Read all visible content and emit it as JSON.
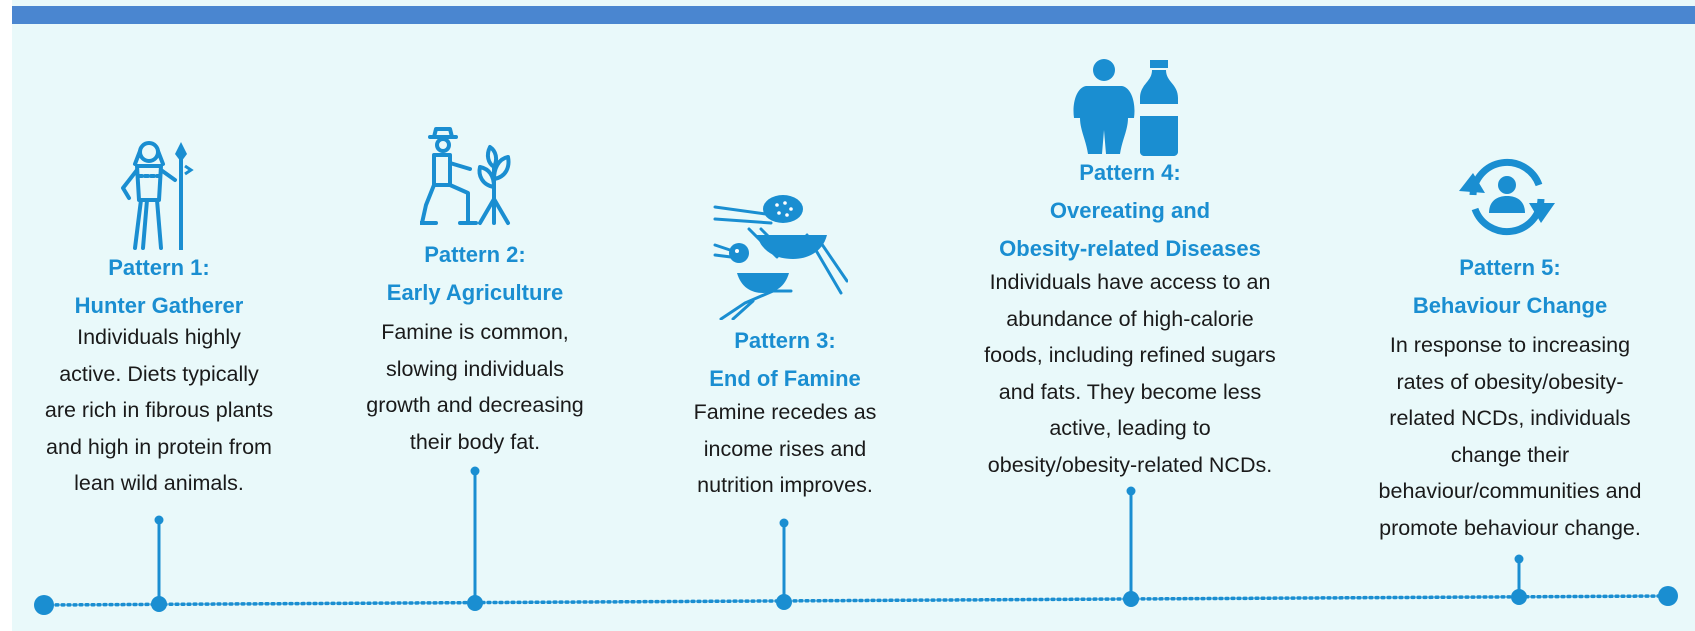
{
  "colors": {
    "panel_background": "#e9f9fa",
    "top_bar": "#4a86d0",
    "accent": "#1a8ed1",
    "line": "#1a8ed1",
    "text": "#1a1a1a"
  },
  "patterns": [
    {
      "icon": "hunter-gatherer-icon",
      "title_line1": "Pattern 1:",
      "title_line2": "Hunter Gatherer",
      "description": [
        "Individuals highly",
        "active. Diets typically",
        "are rich in fibrous plants",
        "and high in protein from",
        "lean wild animals."
      ]
    },
    {
      "icon": "farmer-planting-icon",
      "title_line1": "Pattern 2:",
      "title_line2": "Early Agriculture",
      "description": [
        "Famine is common,",
        "slowing individuals",
        "growth and decreasing",
        "their body fat."
      ]
    },
    {
      "icon": "food-bowls-icon",
      "title_line1": "Pattern 3:",
      "title_line2": "End of Famine",
      "description": [
        "Famine recedes as",
        "income rises and",
        "nutrition improves."
      ]
    },
    {
      "icon": "person-and-soda-bottle-icon",
      "title_line1": "Pattern 4:",
      "title_line2": "Overeating and",
      "title_line3": "Obesity-related Diseases",
      "description": [
        "Individuals have access to an",
        "abundance of high-calorie",
        "foods, including refined sugars",
        "and fats. They become less",
        "active, leading to",
        "obesity/obesity-related NCDs."
      ]
    },
    {
      "icon": "person-cycle-arrows-icon",
      "title_line1": "Pattern 5:",
      "title_line2": "Behaviour Change",
      "description": [
        "In response to increasing",
        "rates of obesity/obesity-",
        "related NCDs, individuals",
        "change their",
        "behaviour/communities and",
        "promote behaviour change."
      ]
    }
  ]
}
